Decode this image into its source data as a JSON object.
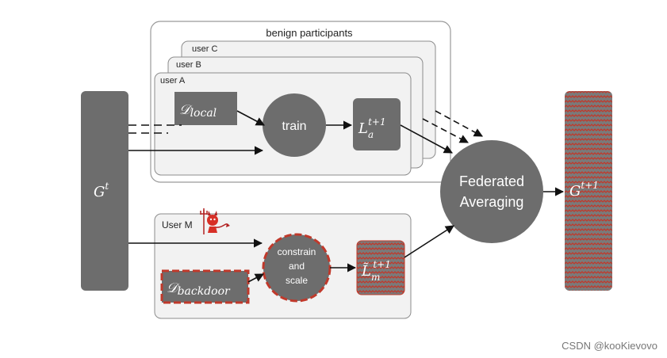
{
  "diagram": {
    "benign_title": "benign participants",
    "user_c": "user C",
    "user_b": "user B",
    "user_a": "user A",
    "user_m": "User M",
    "global_model": {
      "base": "G",
      "sup": "t"
    },
    "d_local": {
      "base": "𝒟",
      "sub": "local"
    },
    "train": "train",
    "l_a": {
      "base": "L",
      "sub": "a",
      "sup": "t+1"
    },
    "d_backdoor": {
      "base": "𝒟",
      "sub": "backdoor"
    },
    "constrain_lines": [
      "constrain",
      "and",
      "scale"
    ],
    "l_m": {
      "base": "L̃",
      "sub": "m",
      "sup": "t+1"
    },
    "fed_avg_lines": [
      "Federated",
      "Averaging"
    ],
    "new_model": {
      "base": "G",
      "sup": "t+1"
    },
    "devil_icon": "devil-icon",
    "colors": {
      "box_gray": "#6d6d6d",
      "malicious_red": "#c0392b",
      "panel_fill": "#f2f2f2",
      "panel_border": "#8c8c8c"
    }
  },
  "watermark": "CSDN @kooKievovo"
}
